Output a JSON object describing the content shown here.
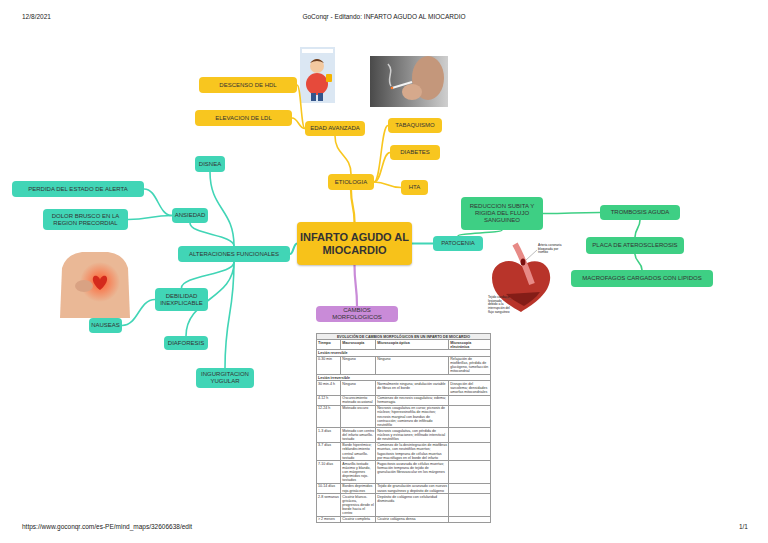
{
  "diagram": {
    "nodes": [
      {
        "text": [
          "INFARTO AGUDO AL MIOCARDIO"
        ]
      },
      {
        "text": [
          "ETIOLOGIA"
        ]
      },
      {
        "text": [
          "EDAD AVANZADA"
        ]
      },
      {
        "text": [
          "DESCENSO DE HDL"
        ]
      },
      {
        "text": [
          "ELEVACION DE LDL"
        ]
      },
      {
        "text": [
          "TABAQUISMO"
        ]
      },
      {
        "text": [
          "DIABETES"
        ]
      },
      {
        "text": [
          "HTA"
        ]
      },
      {
        "text": [
          "PATOCENIA"
        ]
      },
      {
        "text": [
          "REDUCCION SUBITA Y RIGIDA DEL FLUJO SANGUINEO"
        ]
      },
      {
        "text": [
          "TROMBOSIS AGUDA"
        ]
      },
      {
        "text": [
          "PLACA DE ATEROSCLEROSIS"
        ]
      },
      {
        "text": [
          "MACROFAGOS CARGADOS CON LIPIDOS"
        ]
      },
      {
        "text": [
          "CAMBIOS MORFOLOGICOS"
        ]
      },
      {
        "text": [
          "ALTERACIONES FUNCIONALES"
        ]
      },
      {
        "text": [
          "DISNEA"
        ]
      },
      {
        "text": [
          "ANSIEDAD"
        ]
      },
      {
        "text": [
          "PERDIDA DEL ESTADO DE ALERTA"
        ]
      },
      {
        "text": [
          "DOLOR BRUSCO EN LA REGION PRECORDIAL"
        ]
      },
      {
        "text": [
          "DEBILIDAD INEXPLICABLE"
        ]
      },
      {
        "text": [
          "NAUSEAS"
        ]
      },
      {
        "text": [
          "DIAFORESIS"
        ]
      },
      {
        "text": [
          "INGURGITACION YUGULAR"
        ]
      }
    ],
    "edges": [
      {
        "from": 0,
        "to": 1,
        "arrow": "none"
      },
      {
        "from": 1,
        "to": 2,
        "arrow": "none"
      },
      {
        "from": 2,
        "to": 3,
        "arrow": "none"
      },
      {
        "from": 2,
        "to": 4,
        "arrow": "none"
      },
      {
        "from": 1,
        "to": 5,
        "arrow": "none"
      },
      {
        "from": 1,
        "to": 6,
        "arrow": "none"
      },
      {
        "from": 1,
        "to": 7,
        "arrow": "none"
      },
      {
        "from": 0,
        "to": 8,
        "arrow": "none"
      },
      {
        "from": 8,
        "to": 9,
        "arrow": "none"
      },
      {
        "from": 9,
        "to": 10,
        "arrow": "none"
      },
      {
        "from": 10,
        "to": 11,
        "arrow": "none"
      },
      {
        "from": 11,
        "to": 12,
        "arrow": "none"
      },
      {
        "from": 0,
        "to": 13,
        "arrow": "none"
      },
      {
        "from": 0,
        "to": 14,
        "arrow": "none"
      },
      {
        "from": 14,
        "to": 15,
        "arrow": "none"
      },
      {
        "from": 14,
        "to": 16,
        "arrow": "none"
      },
      {
        "from": 16,
        "to": 17,
        "arrow": "none"
      },
      {
        "from": 16,
        "to": 18,
        "arrow": "none"
      },
      {
        "from": 14,
        "to": 19,
        "arrow": "none"
      },
      {
        "from": 19,
        "to": 20,
        "arrow": "none"
      },
      {
        "from": 14,
        "to": 21,
        "arrow": "none"
      },
      {
        "from": 14,
        "to": 22,
        "arrow": "none"
      }
    ],
    "labels": [
      "12/8/2021",
      "GoConqr - Editando: INFARTO AGUDO AL MIOCARDIO",
      "https://www.goconqr.com/es-PE/mind_maps/32606638/edit",
      "1/1",
      "EVOLUCIÓN DE CAMBIOS MORFOLÓGICOS EN UN INFARTO DE MIOCARDIO",
      "Tiempo",
      "Macroscopia",
      "Microscopia óptica",
      "Microscopia electrónica",
      "Lesión reversible",
      "0-30 min",
      "Ninguno",
      "Ninguno",
      "Relajación de miofibrillas, pérdida de glucógeno, tumefacción mitocondrial",
      "Lesión irreversible",
      "30 min-4 h",
      "Ninguno",
      "Normalmente ninguna; ondulación variable de fibras en el borde",
      "Disrupción del sarcolema; densidades amorfas mitocondriales",
      "4-12 h",
      "Oscurecimiento moteado ocasional",
      "Comienzo de necrosis coagulativa; edema; hemorragia",
      "12-24 h",
      "Moteado oscuro",
      "Necrosis coagulativa en curso; picnosis de núcleos; hipereosinofilia de miocitos; necrosis marginal con bandas de contracción; comienzo de infiltrado neutrófilo",
      "1-3 días",
      "Moteado con centro del infarto amarillo-tostado",
      "Necrosis coagulativa, con pérdida de núcleos y estriaciones; infiltrado intersticial de neutrófilos",
      "3-7 días",
      "Borde hiperémico; reblandecimiento central amarillo-tostado",
      "Comienzo de la desintegración de miofibras muertas, con neutrófilos muertos; fagocitosis temprana de células muertas por macrófagos en el borde del infarto",
      "7-10 días",
      "Amarillo-tostado máximo y blando, con márgenes deprimidos rojo-tostados",
      "Fagocitosis avanzada de células muertas; formación temprana de tejido de granulación fibrovascular en los márgenes",
      "10-14 días",
      "Bordes deprimidos rojo-grisáceos",
      "Tejido de granulación avanzado con nuevos vasos sanguíneos y depósito de colágeno",
      "2-8 semanas",
      "Cicatriz blanco-grisácea, progresiva desde el borde hacia el centro",
      "Depósito de colágeno con celularidad disminuida",
      "> 2 meses",
      "Cicatriz completa",
      "Cicatriz colágena densa",
      "Arteria coronaria bloqueada por trombo",
      "Tejido cardiaco lesionado debido a la interrupción del flujo sanguíneo"
    ]
  }
}
